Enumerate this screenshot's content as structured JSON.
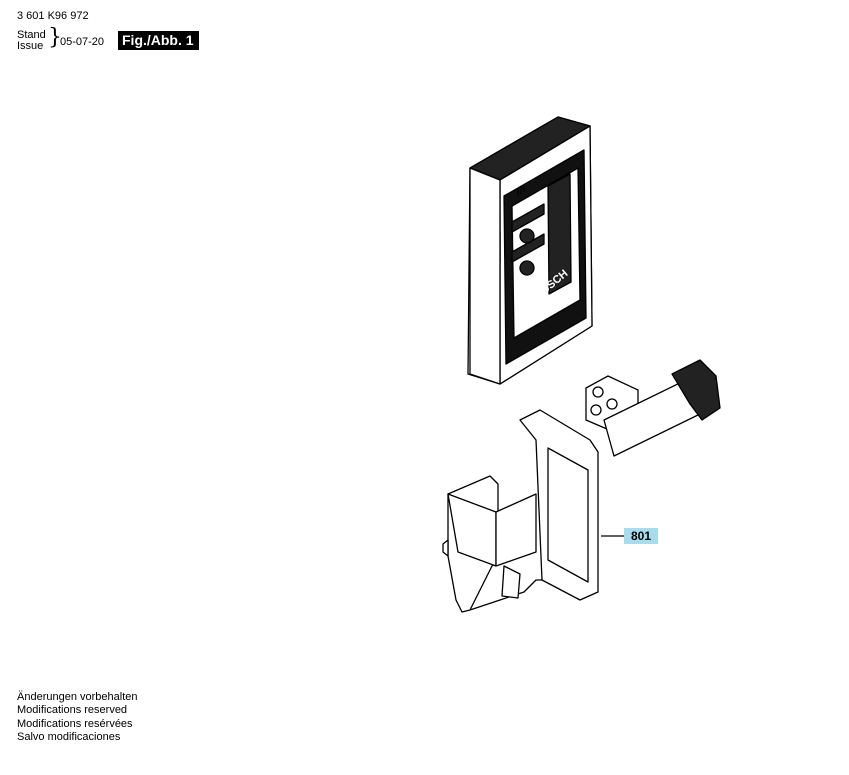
{
  "header": {
    "part_number": "3 601 K96 972",
    "stand_label": "Stand",
    "issue_label": "Issue",
    "date": "05-07-20",
    "figure_label": "Fig./Abb. 1"
  },
  "drawing": {
    "brand_on_device": "BOSCH",
    "callouts": [
      {
        "number": "801"
      }
    ]
  },
  "footer_notes": [
    "Änderungen vorbehalten",
    "Modifications reserved",
    "Modifications resérvées",
    "Salvo modificaciones"
  ]
}
